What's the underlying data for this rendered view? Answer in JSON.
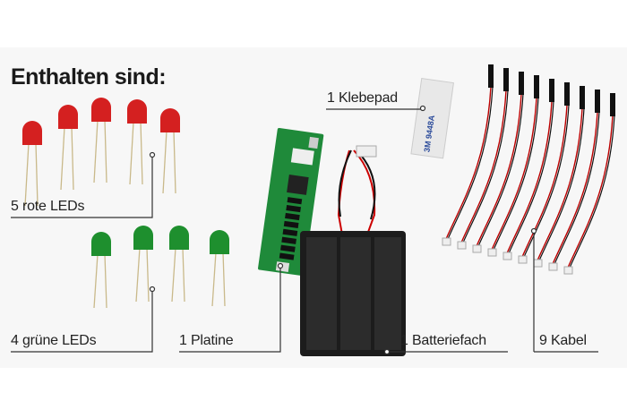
{
  "title": "Enthalten sind:",
  "items": [
    {
      "label": "5 rote LEDs"
    },
    {
      "label": "4 grüne LEDs"
    },
    {
      "label": "1 Platine"
    },
    {
      "label": "1 Klebepad"
    },
    {
      "label": "1 Batteriefach"
    },
    {
      "label": "9 Kabel"
    }
  ],
  "klebepad_print": "3M 9448A",
  "colors": {
    "red_led": "#d42020",
    "green_led": "#1e8f2e",
    "pcb": "#1f8a3a",
    "line": "#333333"
  }
}
